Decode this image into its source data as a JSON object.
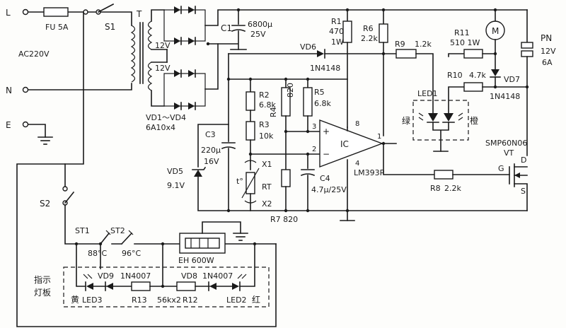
{
  "terminals": {
    "l": "L",
    "n": "N",
    "e": "E"
  },
  "mains": {
    "ac": "AC220V"
  },
  "fuse": {
    "ref": "FU",
    "value": "5A"
  },
  "switch1": {
    "ref": "S1"
  },
  "switch2": {
    "ref": "S2"
  },
  "transformer": {
    "ref": "T",
    "sec1": "12V",
    "sec2": "12V"
  },
  "rectifier": {
    "ref": "VD1～VD4",
    "part": "6A10x4"
  },
  "c1": {
    "ref": "C1",
    "value": "6800μ",
    "voltage": "25V"
  },
  "r1": {
    "ref": "R1",
    "value": "470",
    "power": "1W"
  },
  "r6": {
    "ref": "R6",
    "value": "2.2k"
  },
  "r9": {
    "ref": "R9",
    "value": "1.2k"
  },
  "r11": {
    "ref": "R11",
    "value": "510",
    "power": "1W"
  },
  "motor": {
    "symbol": "M"
  },
  "pump": {
    "ref": "PN",
    "voltage": "12V",
    "current": "6A"
  },
  "vd6": {
    "ref": "VD6",
    "part": "1N4148"
  },
  "r10": {
    "ref": "R10",
    "value": "4.7k"
  },
  "vd7": {
    "ref": "VD7",
    "part": "1N4148"
  },
  "led1": {
    "ref": "LED1",
    "green": "绿",
    "orange": "橙"
  },
  "r2": {
    "ref": "R2",
    "value": "6.8k"
  },
  "r3": {
    "ref": "R3",
    "value": "10k"
  },
  "r4": {
    "ref": "R4",
    "value": "820"
  },
  "r5": {
    "ref": "R5",
    "value": "6.8k"
  },
  "r7": {
    "ref": "R7",
    "value": "820"
  },
  "c3": {
    "ref": "C3",
    "value": "220μ",
    "voltage": "16V"
  },
  "vd5": {
    "ref": "VD5",
    "value": "9.1V"
  },
  "rt": {
    "ref": "RT",
    "x1": "X1",
    "x2": "X2",
    "t": "t°"
  },
  "c4": {
    "ref": "C4",
    "value": "4.7μ/25V"
  },
  "ic": {
    "ref": "IC",
    "part": "LM393P",
    "pin3": "3",
    "pin2": "2",
    "pin8": "8",
    "pin4": "4",
    "pin1": "1",
    "plus": "+",
    "minus": "−"
  },
  "mosfet": {
    "part": "SMP60N06",
    "ref": "VT",
    "g": "G",
    "d": "D",
    "s": "S"
  },
  "r8": {
    "ref": "R8",
    "value": "2.2k"
  },
  "st1": {
    "ref": "ST1",
    "temp": "88°C"
  },
  "st2": {
    "ref": "ST2",
    "temp": "96°C"
  },
  "heater": {
    "ref": "EH",
    "power": "600W"
  },
  "panel": {
    "label1": "指示",
    "label2": "灯板"
  },
  "vd9": {
    "ref": "VD9",
    "part": "1N4007"
  },
  "vd8": {
    "ref": "VD8",
    "part": "1N4007"
  },
  "led3": {
    "ref": "LED3",
    "color": "黄"
  },
  "led2": {
    "ref": "LED2",
    "color": "红"
  },
  "r13": {
    "ref": "R13"
  },
  "r12": {
    "ref": "R12"
  },
  "r12r13": {
    "value": "56kx2"
  }
}
